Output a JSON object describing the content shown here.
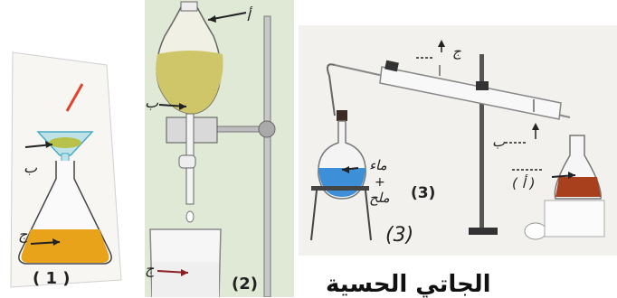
{
  "labels": {
    "p1_number": "( 1 )",
    "p1_b": "ب",
    "p1_j": "ج",
    "p2_number": "(2)",
    "p2_a": "أ",
    "p2_b": "ب",
    "p2_j": "ج",
    "p3_number": "(3)",
    "p3_number_big": "(3)",
    "p3_j": "ج",
    "p3_b": "ب",
    "p3_a": "( أ )",
    "p3_water": "ماء",
    "p3_plus": "+",
    "p3_salt": "ملح",
    "bottom_text": "الجاتي الحسية"
  },
  "colors": {
    "funnel_liquid": "#e8a31a",
    "separatory_liquid": "#cfc66a",
    "flask_blue": "#3d8fd8",
    "flask_red": "#a8401d",
    "panel2_bg": "#dfe9d6",
    "panel3_bg": "#f3f1ee"
  }
}
